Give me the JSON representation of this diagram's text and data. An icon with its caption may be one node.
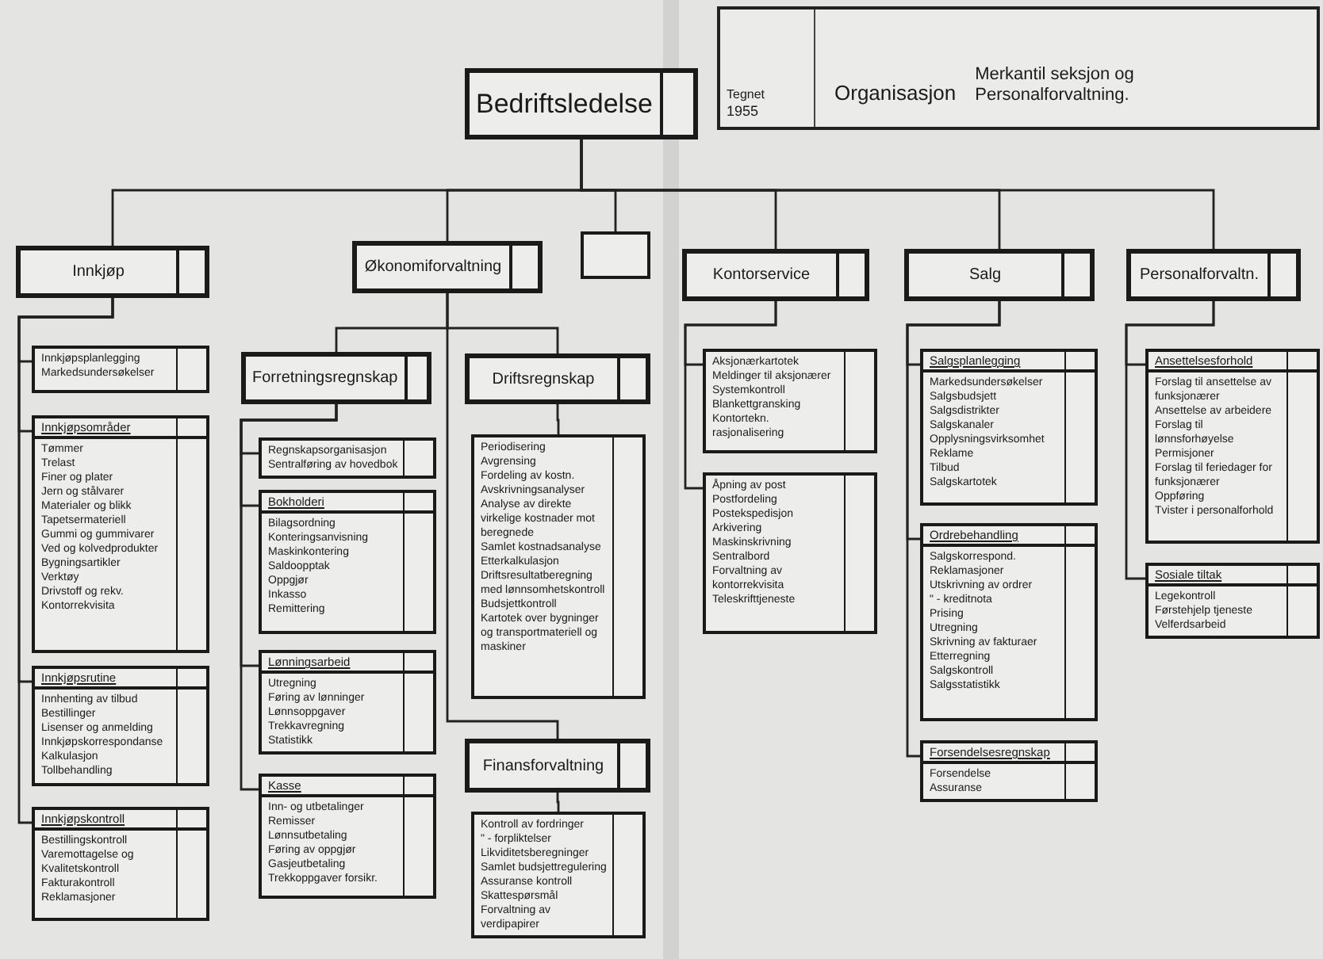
{
  "diagram": {
    "nodes": [
      {
        "text": [
          "Bedriftsledelse"
        ]
      },
      {
        "text": [
          "Innkjøp"
        ]
      },
      {
        "text": [
          "Økonomiforvaltning"
        ]
      },
      {
        "text": [],
        "shape": "box"
      },
      {
        "text": [
          "Kontorservice"
        ]
      },
      {
        "text": [
          "Salg"
        ]
      },
      {
        "text": [
          "Personalforvaltn."
        ]
      },
      {
        "text": [
          "Innkjøpsplanlegging",
          "Markedsundersøkelser"
        ]
      },
      {
        "text": [
          "Innkjøpsområder",
          "Tømmer",
          "Trelast",
          "Finer og plater",
          "Jern og stålvarer",
          "Materialer og blikk",
          "Tapetsermateriell",
          "Gummi og gummivarer",
          "Ved og kolvedprodukter",
          "Bygningsartikler",
          "Verktøy",
          "Drivstoff og rekv.",
          "Kontorrekvisita"
        ]
      },
      {
        "text": [
          "Innkjøpsrutine",
          "Innhenting av tilbud",
          "Bestillinger",
          "Lisenser og anmelding",
          "Innkjøpskorrespondanse",
          "Kalkulasjon",
          "Tollbehandling"
        ]
      },
      {
        "text": [
          "Innkjøpskontroll",
          "Bestillingskontroll",
          "Varemottagelse og",
          "Kvalitetskontroll",
          "Fakturakontroll",
          "Reklamasjoner"
        ]
      },
      {
        "text": [
          "Forretningsregnskap"
        ]
      },
      {
        "text": [
          "Regnskapsorganisasjon",
          "Sentralføring av hovedbok"
        ]
      },
      {
        "text": [
          "Bokholderi",
          "Bilagsordning",
          "Konteringsanvisning",
          "Maskinkontering",
          "Saldoopptak",
          "Oppgjør",
          "Inkasso",
          "Remittering"
        ]
      },
      {
        "text": [
          "Lønningsarbeid",
          "Utregning",
          "Føring av lønninger",
          "Lønnsoppgaver",
          "Trekkavregning",
          "Statistikk"
        ]
      },
      {
        "text": [
          "Kasse",
          "Inn- og utbetalinger",
          "Remisser",
          "Lønnsutbetaling",
          "Føring av oppgjør",
          "Gasjeutbetaling",
          "Trekkoppgaver forsikr."
        ]
      },
      {
        "text": [
          "Driftsregnskap"
        ]
      },
      {
        "text": [
          "Periodisering",
          "Avgrensing",
          "Fordeling av kostn.",
          "Avskrivningsanalyser",
          "Analyse av direkte virkelige kostnader mot beregnede",
          "Samlet kostnadsanalyse",
          "Etterkalkulasjon",
          "Driftsresultatberegning med lønnsomhetskontroll",
          "Budsjettkontroll",
          "Kartotek over bygninger og transportmateriell og maskiner"
        ]
      },
      {
        "text": [
          "Finansforvaltning"
        ]
      },
      {
        "text": [
          "Kontroll av fordringer",
          "\" - forpliktelser",
          "Likviditetsberegninger",
          "Samlet budsjettregulering",
          "Assuranse kontroll",
          "Skattespørsmål",
          "Forvaltning av verdipapirer"
        ]
      },
      {
        "text": [
          "Aksjonærkartotek",
          "Meldinger til aksjonærer",
          "Systemkontroll",
          "Blankettgransking",
          "Kontortekn. rasjonalisering"
        ]
      },
      {
        "text": [
          "Åpning av post",
          "Postfordeling",
          "Postekspedisjon",
          "Arkivering",
          "Maskinskrivning",
          "Sentralbord",
          "Forvaltning av kontorrekvisita",
          "Teleskrifttjeneste"
        ]
      },
      {
        "text": [
          "Salgsplanlegging",
          "Markedsundersøkelser",
          "Salgsbudsjett",
          "Salgsdistrikter",
          "Salgskanaler",
          "Opplysningsvirksomhet",
          "Reklame",
          "Tilbud",
          "Salgskartotek"
        ]
      },
      {
        "text": [
          "Ordrebehandling",
          "Salgskorrespond.",
          "Reklamasjoner",
          "Utskrivning av ordrer",
          "\" - kreditnota",
          "Prising",
          "Utregning",
          "Skrivning av fakturaer",
          "Etterregning",
          "Salgskontroll",
          "Salgsstatistikk"
        ]
      },
      {
        "text": [
          "Forsendelsesregnskap",
          "Forsendelse",
          "Assuranse"
        ]
      },
      {
        "text": [
          "Ansettelsesforhold",
          "Forslag til ansettelse av funksjonærer",
          "Ansettelse av arbeidere",
          "Forslag til lønnsforhøyelse",
          "Permisjoner",
          "Forslag til feriedager for funksjonærer",
          "Oppføring",
          "Tvister i personalforhold"
        ]
      },
      {
        "text": [
          "Sosiale tiltak",
          "Legekontroll",
          "Førstehjelp tjeneste",
          "Velferdsarbeid"
        ]
      }
    ],
    "edges": [
      {
        "from": 0,
        "to": 1,
        "arrow": "none"
      },
      {
        "from": 0,
        "to": 2,
        "arrow": "none"
      },
      {
        "from": 0,
        "to": 3,
        "arrow": "none"
      },
      {
        "from": 0,
        "to": 4,
        "arrow": "none"
      },
      {
        "from": 0,
        "to": 5,
        "arrow": "none"
      },
      {
        "from": 0,
        "to": 6,
        "arrow": "none"
      },
      {
        "from": 1,
        "to": 7,
        "arrow": "none"
      },
      {
        "from": 1,
        "to": 8,
        "arrow": "none"
      },
      {
        "from": 1,
        "to": 9,
        "arrow": "none"
      },
      {
        "from": 1,
        "to": 10,
        "arrow": "none"
      },
      {
        "from": 2,
        "to": 11,
        "arrow": "none"
      },
      {
        "from": 11,
        "to": 12,
        "arrow": "none"
      },
      {
        "from": 11,
        "to": 13,
        "arrow": "none"
      },
      {
        "from": 11,
        "to": 14,
        "arrow": "none"
      },
      {
        "from": 11,
        "to": 15,
        "arrow": "none"
      },
      {
        "from": 2,
        "to": 16,
        "arrow": "none"
      },
      {
        "from": 16,
        "to": 17,
        "arrow": "none"
      },
      {
        "from": 2,
        "to": 18,
        "arrow": "none"
      },
      {
        "from": 18,
        "to": 19,
        "arrow": "none"
      },
      {
        "from": 4,
        "to": 20,
        "arrow": "none"
      },
      {
        "from": 4,
        "to": 21,
        "arrow": "none"
      },
      {
        "from": 5,
        "to": 22,
        "arrow": "none"
      },
      {
        "from": 5,
        "to": 23,
        "arrow": "none"
      },
      {
        "from": 5,
        "to": 24,
        "arrow": "none"
      },
      {
        "from": 6,
        "to": 25,
        "arrow": "none"
      },
      {
        "from": 6,
        "to": 26,
        "arrow": "none"
      }
    ],
    "labels": [
      "Tegnet",
      "1955",
      "Organisasjon",
      "Merkantil seksjon og Personalforvaltning."
    ]
  }
}
